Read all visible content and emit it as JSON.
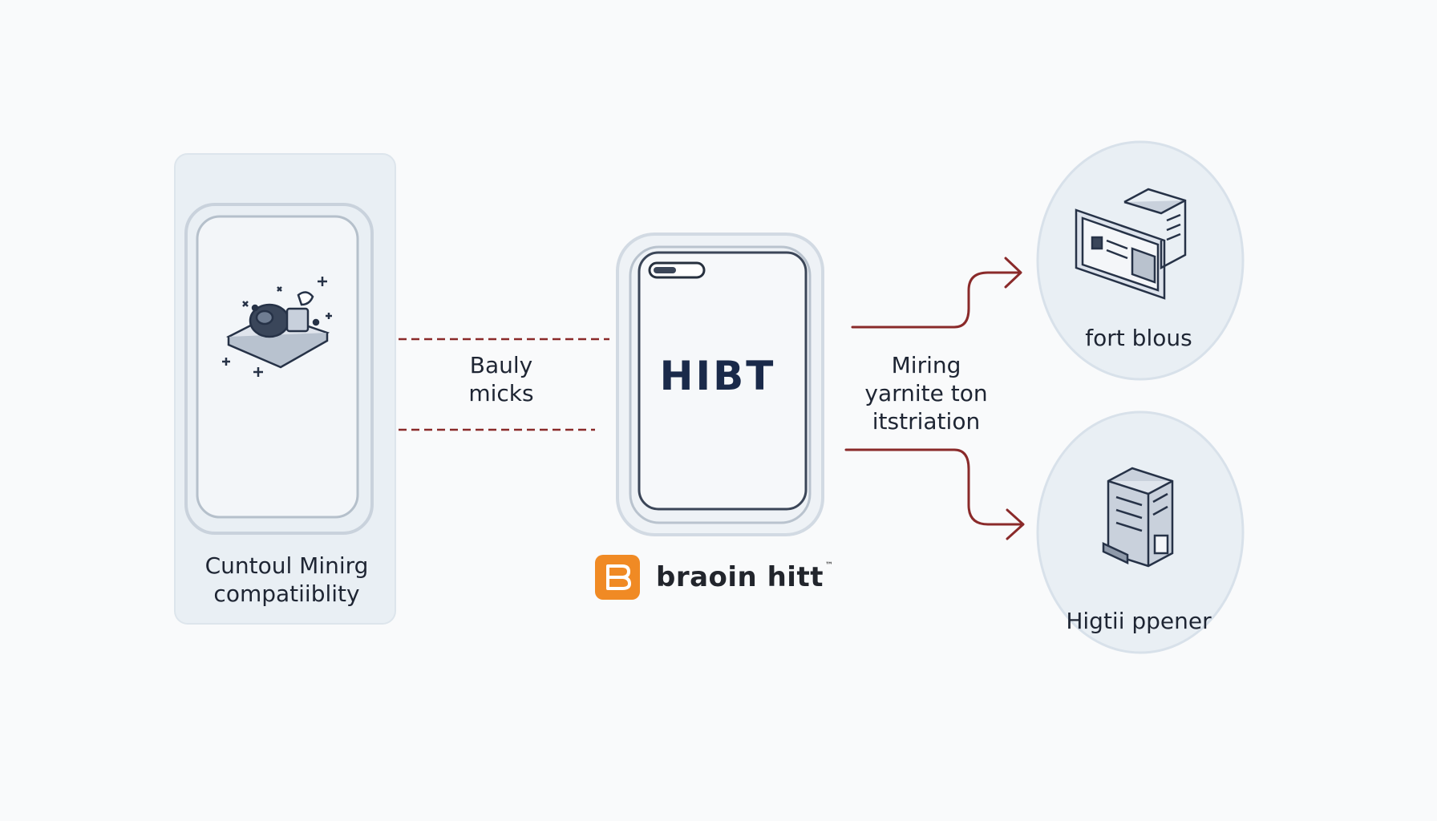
{
  "diagram": {
    "left_panel": {
      "caption_line1": "Cuntoul Minirg",
      "caption_line2": "compatiiblity"
    },
    "middle_link": {
      "label_line1": "Bauly",
      "label_line2": "micks"
    },
    "phone": {
      "text": "HIBT"
    },
    "brand": {
      "name": "braoin hitt",
      "trademark": "™"
    },
    "right_link": {
      "label_line1": "Miring",
      "label_line2": "yarnite ton",
      "label_line3": "itstriation"
    },
    "top_target": {
      "caption": "fort blous"
    },
    "bottom_target": {
      "caption": "Higtii ppener"
    }
  },
  "colors": {
    "accent_red": "#8a2a2a",
    "brand_orange": "#f08a24",
    "ink": "#1f2a3a",
    "panel_fill": "#e9eef3"
  }
}
